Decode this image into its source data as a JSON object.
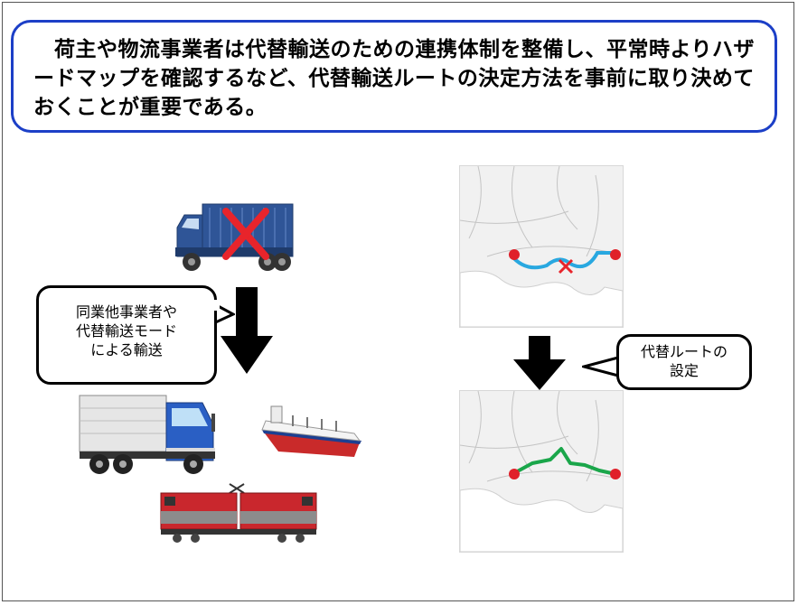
{
  "headline": {
    "text": "荷主や物流事業者は代替輸送のための連携体制を整備し、平常時よりハザードマップを確認するなど、代替輸送ルートの決定方法を事前に取り決めておくことが重要である。"
  },
  "left_bubble": {
    "lines": [
      "同業他事業者や",
      "代替輸送モード",
      "による輸送"
    ]
  },
  "right_bubble": {
    "lines": [
      "代替ルートの",
      "設定"
    ]
  },
  "colors": {
    "border_blue": "#1c3fc7",
    "route_blocked": "#29a8e0",
    "route_alternative": "#1aa64a",
    "cross": "#e8242b",
    "endpoint": "#e0202a",
    "truck_blue": "#2f5597"
  },
  "icons": [
    "truck-icon",
    "cross-icon",
    "down-arrow-icon",
    "large-truck-icon",
    "ship-icon",
    "train-icon",
    "map-icon"
  ]
}
